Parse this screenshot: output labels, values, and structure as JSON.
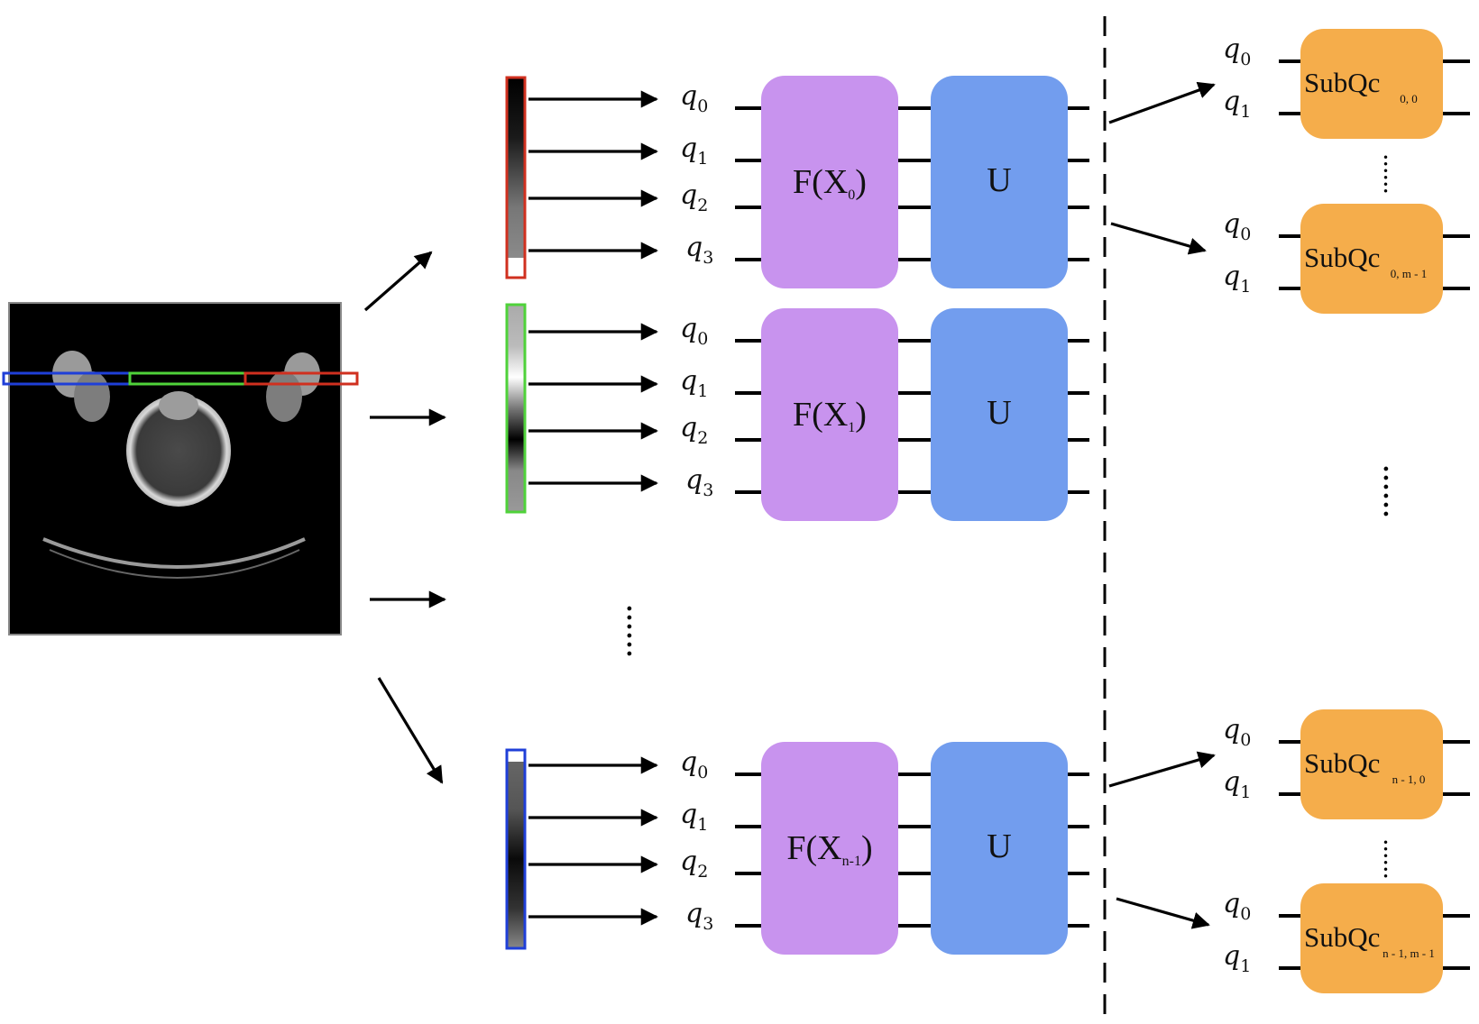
{
  "qubit_labels": [
    "0",
    "1",
    "2",
    "3"
  ],
  "sub_qubit_labels": [
    "0",
    "1"
  ],
  "blocks": [
    {
      "encoding_base": "F(X",
      "encoding_sub": "0",
      "encoding_close": ")",
      "unitary": "U",
      "strip_border": "#d0301f"
    },
    {
      "encoding_base": "F(X",
      "encoding_sub": "1",
      "encoding_close": ")",
      "unitary": "U",
      "strip_border": "#4fd23a"
    },
    {
      "encoding_base": "F(X",
      "encoding_sub": "n-1",
      "encoding_close": ")",
      "unitary": "U",
      "strip_border": "#1f3fd8"
    }
  ],
  "subcircuits": [
    {
      "label": "SubQc",
      "index": "0, 0"
    },
    {
      "label": "SubQc",
      "index": "0, m - 1"
    },
    {
      "label": "SubQc",
      "index": "n - 1, 0"
    },
    {
      "label": "SubQc",
      "index": "n - 1, m - 1"
    }
  ],
  "ellipsis": "......",
  "colors": {
    "encoding_gate": "#c893ee",
    "unitary_gate": "#729dee",
    "subcircuit_gate": "#f5ad4b",
    "slice_red": "#d0301f",
    "slice_green": "#4fd23a",
    "slice_blue": "#1f3fd8"
  },
  "image": {
    "description_icon": "ct-scan-image"
  }
}
